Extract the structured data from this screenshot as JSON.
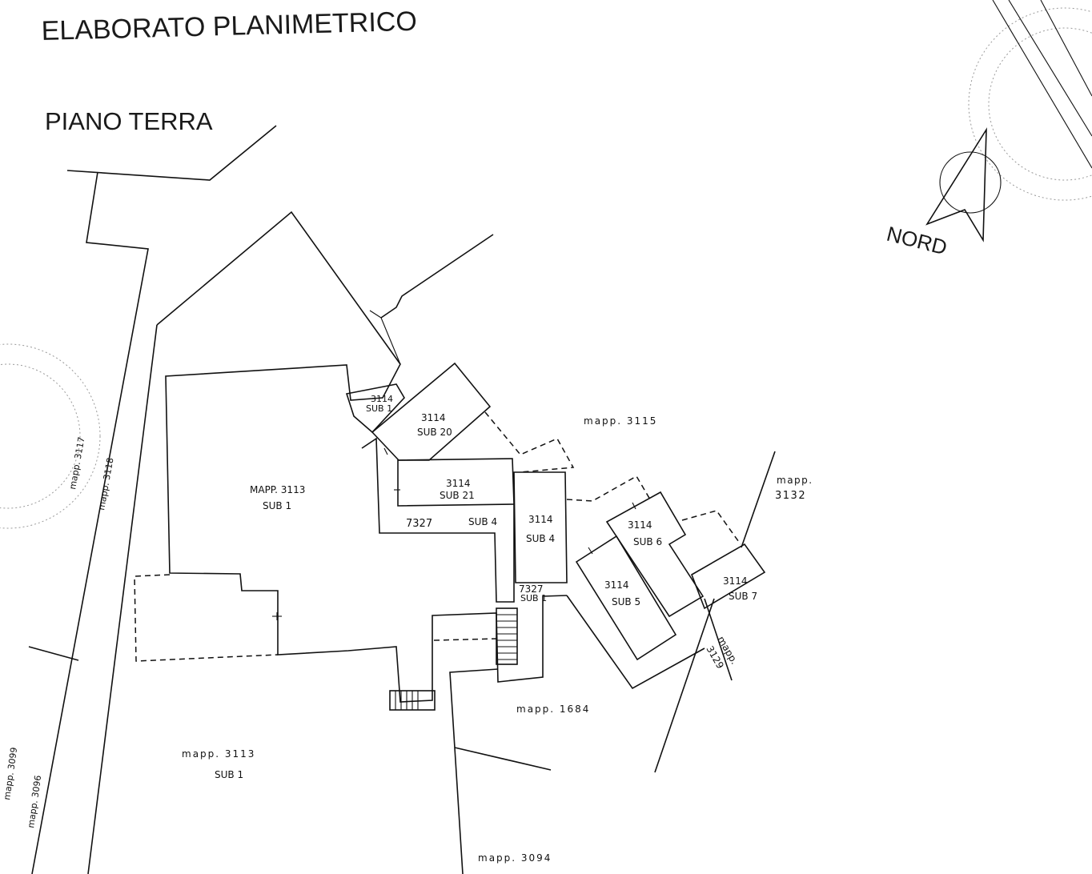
{
  "title": "ELABORATO PLANIMETRICO",
  "subtitle": "PIANO TERRA",
  "north_label": "NORD",
  "labels": {
    "mapp_3113": "MAPP. 3113",
    "sub1_main": "SUB 1",
    "u3114_sub1_num": "3114",
    "u3114_sub1": "SUB 1",
    "u3114_sub20_num": "3114",
    "u3114_sub20": "SUB 20",
    "u3114_sub21_num": "3114",
    "u3114_sub21": "SUB 21",
    "n7327_a": "7327",
    "sub4_a": "SUB 4",
    "u3114_sub4_num": "3114",
    "u3114_sub4": "SUB 4",
    "n7327_b": "7327",
    "sub1_b": "SUB 1",
    "mapp_3115": "mapp. 3115",
    "mapp_3132_a": "mapp.",
    "mapp_3132_b": "3132",
    "u3114_sub6_num": "3114",
    "u3114_sub6": "SUB 6",
    "u3114_sub5_num": "3114",
    "u3114_sub5": "SUB 5",
    "u3114_sub7_num": "3114",
    "u3114_sub7": "SUB 7",
    "mapp_3129_a": "mapp.",
    "mapp_3129_b": "3129",
    "mapp_1684": "mapp. 1684",
    "mapp_3113_lower": "mapp. 3113",
    "sub1_lower": "SUB 1",
    "mapp_3094": "mapp. 3094",
    "mapp_3117": "mapp. 3117",
    "mapp_3118": "mapp. 3118",
    "mapp_3099": "mapp. 3099",
    "mapp_3096": "mapp. 3096"
  }
}
